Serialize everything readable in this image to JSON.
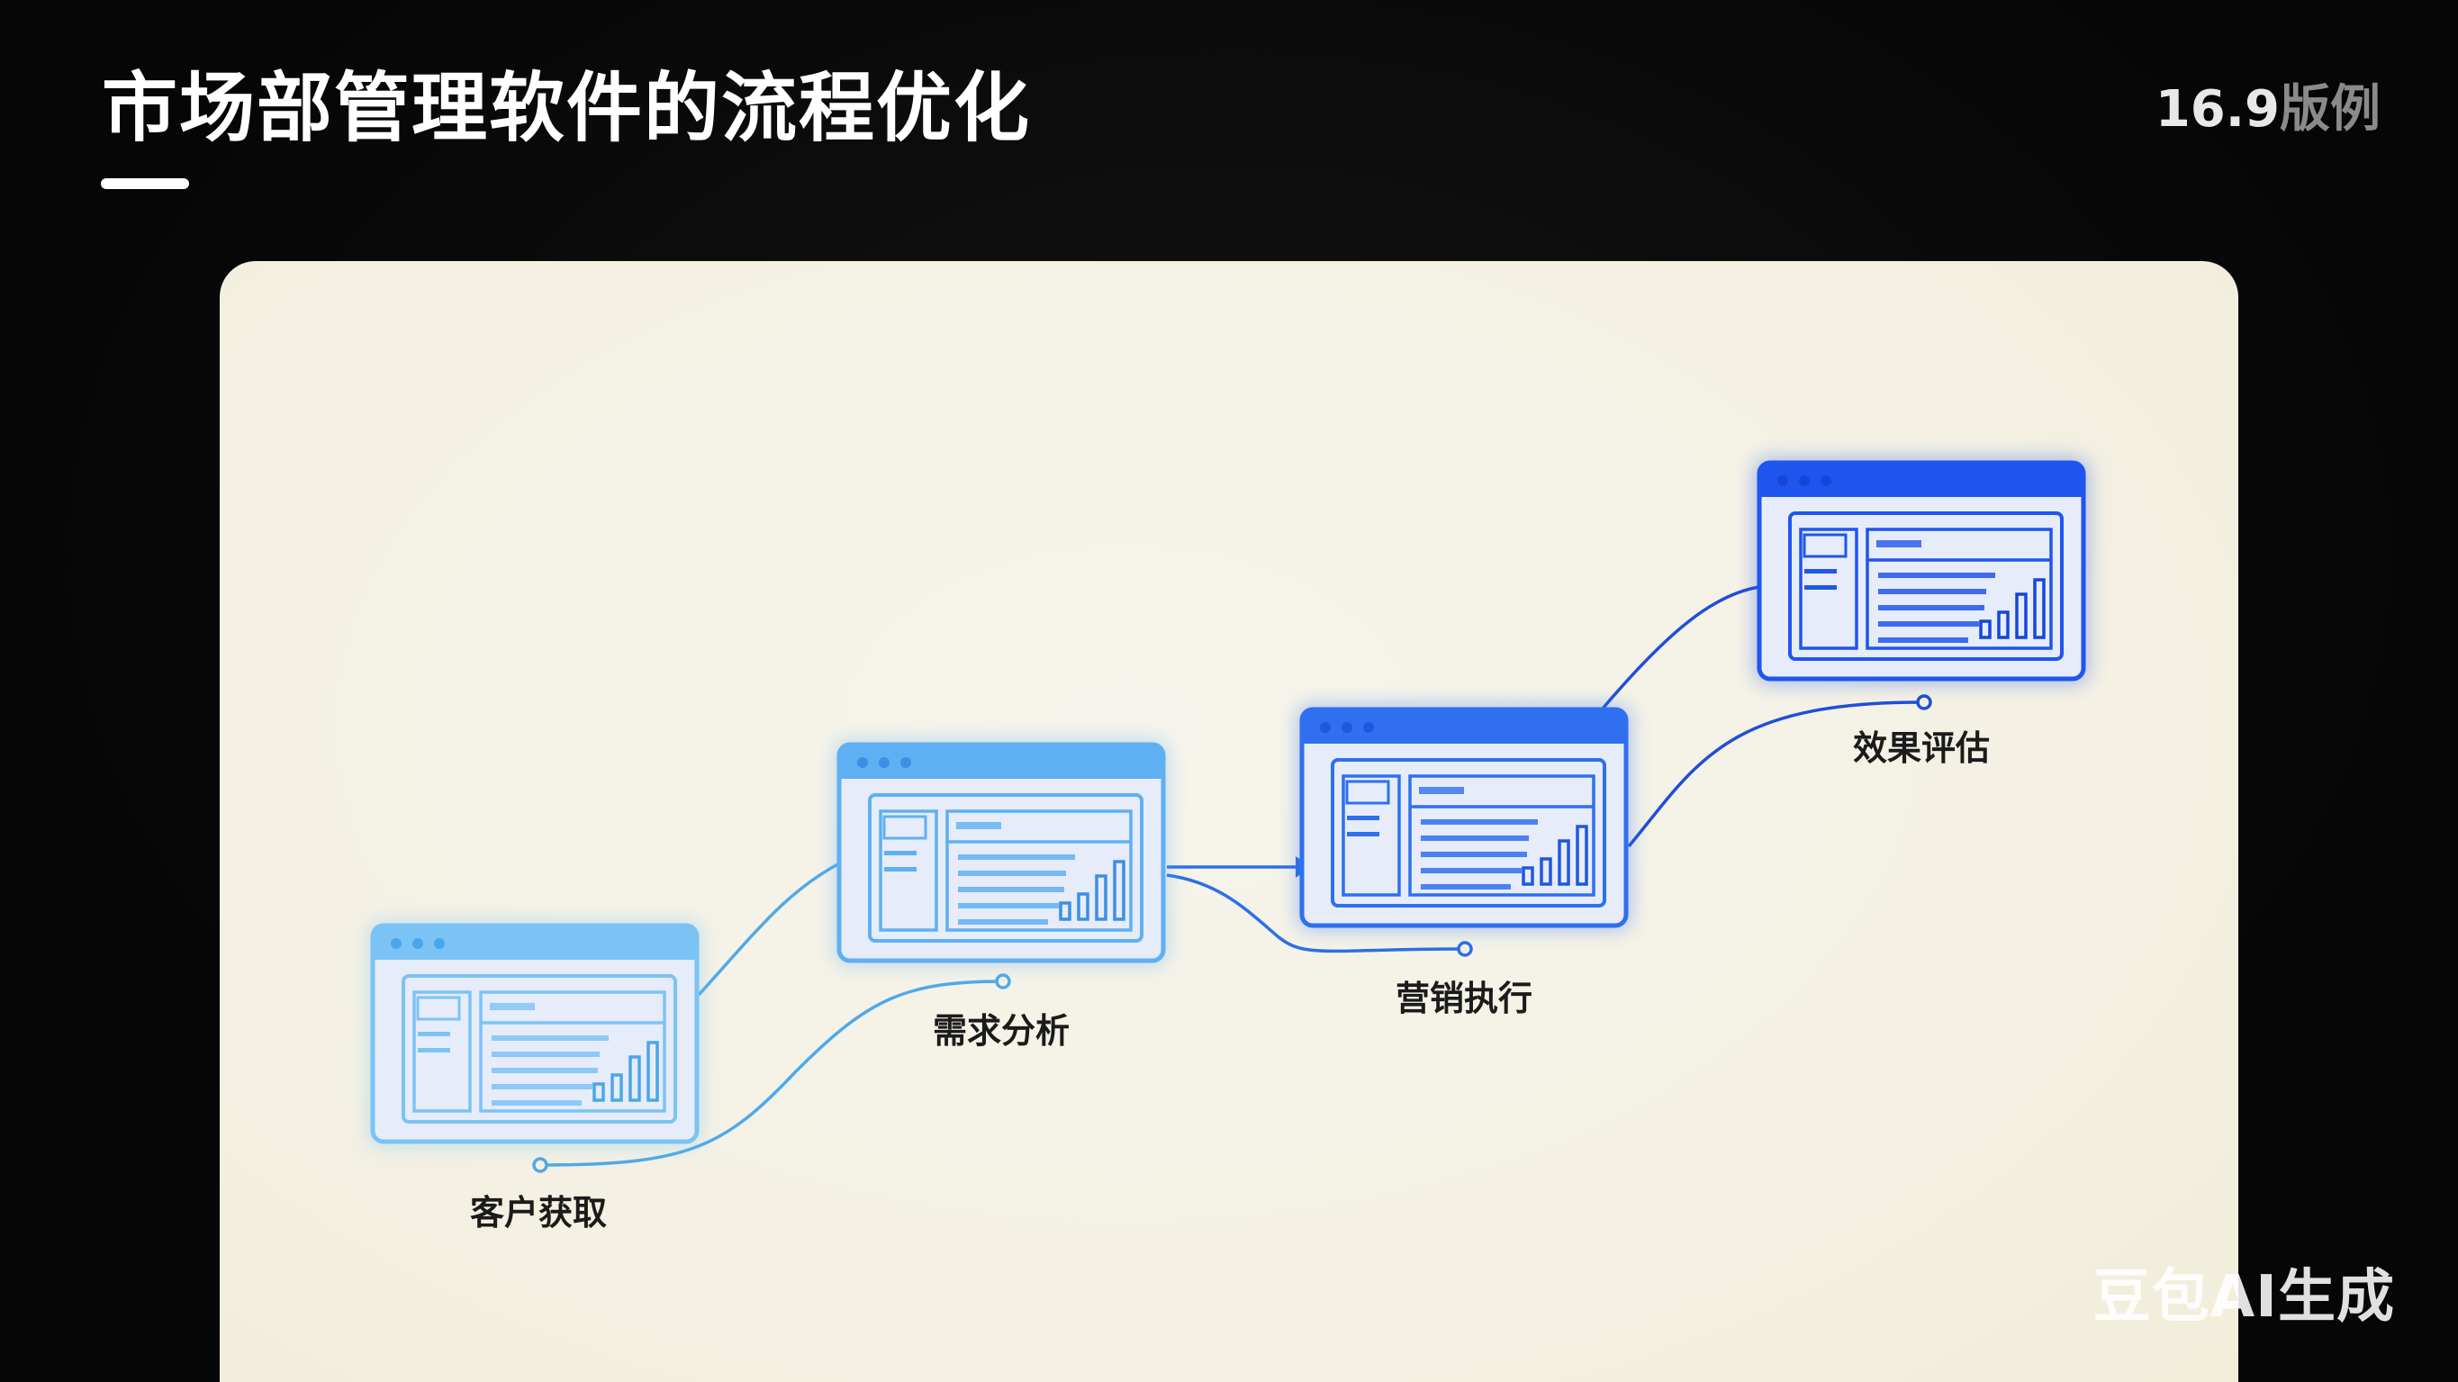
{
  "header": {
    "title": "市场部管理软件的流程优化",
    "ratio_number": "16.9",
    "ratio_text": "版例"
  },
  "flow": {
    "steps": [
      {
        "label": "客户获取",
        "color": "#7cc3f5",
        "dark": "#4aa6ea"
      },
      {
        "label": "需求分析",
        "color": "#5fb0f2",
        "dark": "#3c8fe3"
      },
      {
        "label": "营销执行",
        "color": "#2f6ff0",
        "dark": "#1f57e0"
      },
      {
        "label": "效果评估",
        "color": "#1f55ef",
        "dark": "#1546d8"
      }
    ],
    "connector_colors": [
      "#4fa9e8",
      "#2e6fe6",
      "#1f4fd8"
    ]
  },
  "watermark": "豆包AI生成"
}
